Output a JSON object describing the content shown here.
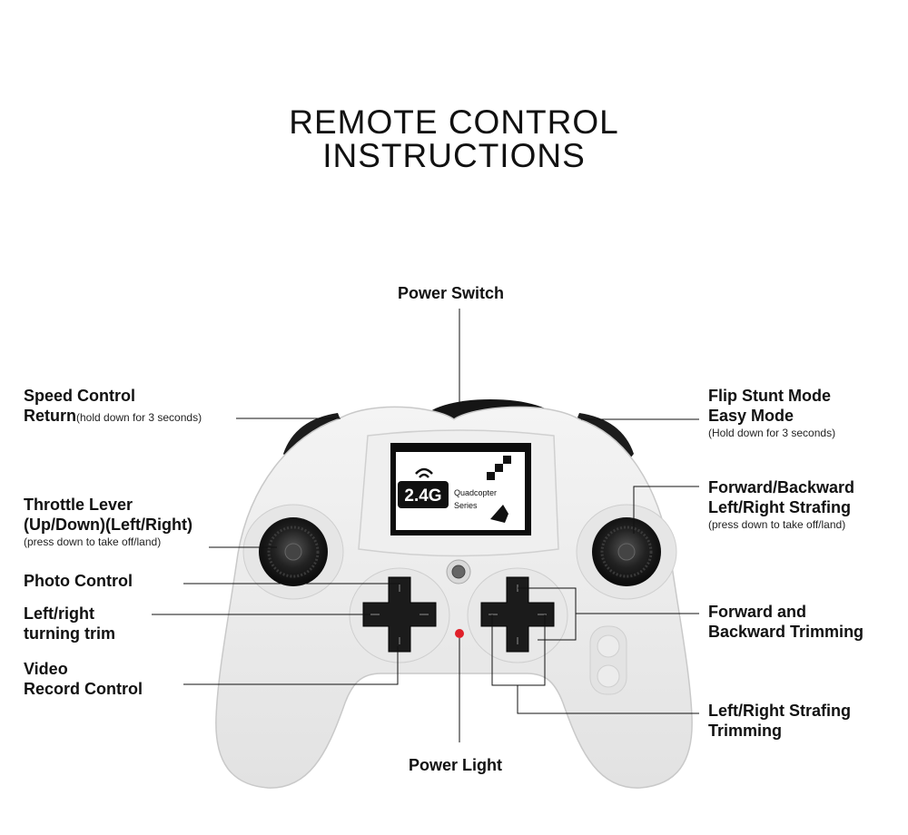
{
  "title": {
    "line1": "REMOTE CONTROL",
    "line2": "INSTRUCTIONS"
  },
  "screen": {
    "band": "2.4G",
    "line1": "Quadcopter",
    "line2": "Series"
  },
  "labels": {
    "power_switch": "Power Switch",
    "speed_control": "Speed Control",
    "return": "Return",
    "return_note": "(hold down for 3 seconds)",
    "flip_stunt": "Flip Stunt Mode",
    "easy_mode": "Easy Mode",
    "easy_note": "(Hold down for 3 seconds)",
    "throttle_1": "Throttle Lever",
    "throttle_2": "(Up/Down)(Left/Right)",
    "throttle_note": "(press down to take off/land)",
    "fwd_1": "Forward/Backward",
    "fwd_2": "Left/Right Strafing",
    "fwd_note": "(press down to take off/land)",
    "photo": "Photo Control",
    "trim_1": "Left/right",
    "trim_2": "turning trim",
    "fb_trim_1": "Forward and",
    "fb_trim_2": "Backward Trimming",
    "video_1": "Video",
    "video_2": "Record Control",
    "lr_trim_1": "Left/Right Strafing",
    "lr_trim_2": "Trimming",
    "power_light": "Power Light"
  },
  "colors": {
    "body": "#ececec",
    "outline": "#c8c8c8",
    "dark": "#1a1a1a",
    "led": "#e0202a"
  }
}
